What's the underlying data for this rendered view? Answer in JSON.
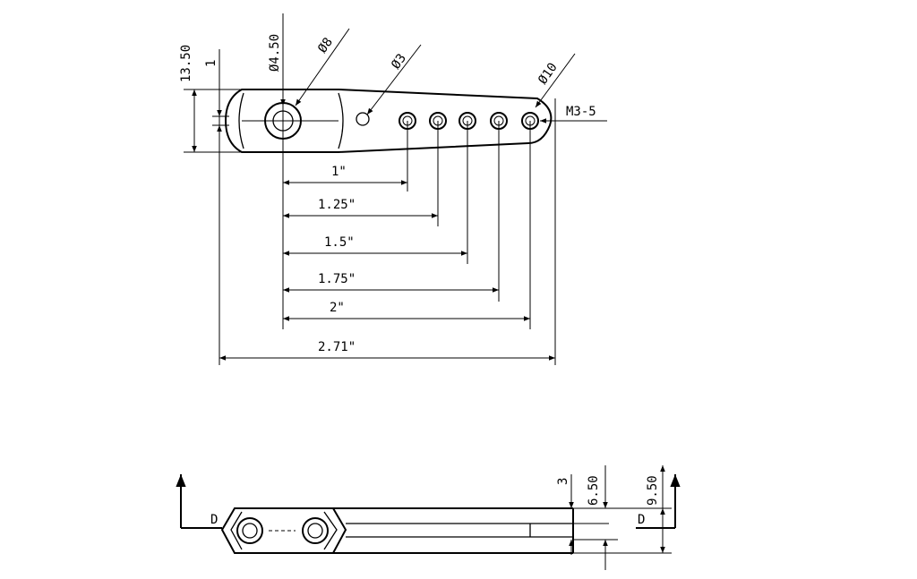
{
  "top_view": {
    "dia_4_50": "Ø4.50",
    "dia_8": "Ø8",
    "dia_3": "Ø3",
    "dia_10": "Ø10",
    "thread": "M3-5",
    "height_13_50": "13.50",
    "small_1": "1",
    "len_1": "1\"",
    "len_1_25": "1.25\"",
    "len_1_5": "1.5\"",
    "len_1_75": "1.75\"",
    "len_2": "2\"",
    "len_2_71": "2.71\""
  },
  "side_view": {
    "section_left": "D",
    "section_right": "D",
    "dim_3": "3",
    "dim_6_50": "6.50",
    "dim_9_50": "9.50"
  }
}
